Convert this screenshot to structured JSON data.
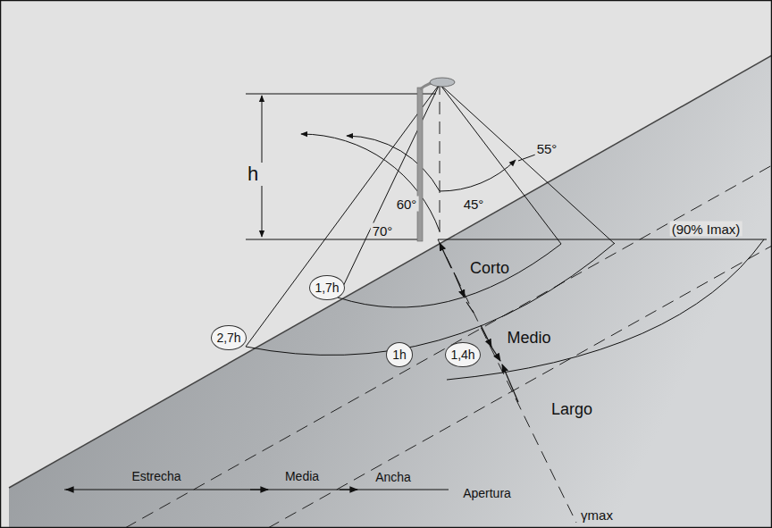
{
  "diagram": {
    "nodes": [
      {
        "text": [
          "1,7h"
        ]
      },
      {
        "text": [
          "2,7h"
        ]
      },
      {
        "text": [
          "1h"
        ]
      },
      {
        "text": [
          "1,4h"
        ]
      }
    ],
    "labels": [
      "h",
      "60°",
      "45°",
      "55°",
      "70°",
      "(90% Imax)",
      "Corto",
      "Medio",
      "Largo",
      "Estrecha",
      "Media",
      "Ancha",
      "Apertura",
      "γmax"
    ]
  }
}
